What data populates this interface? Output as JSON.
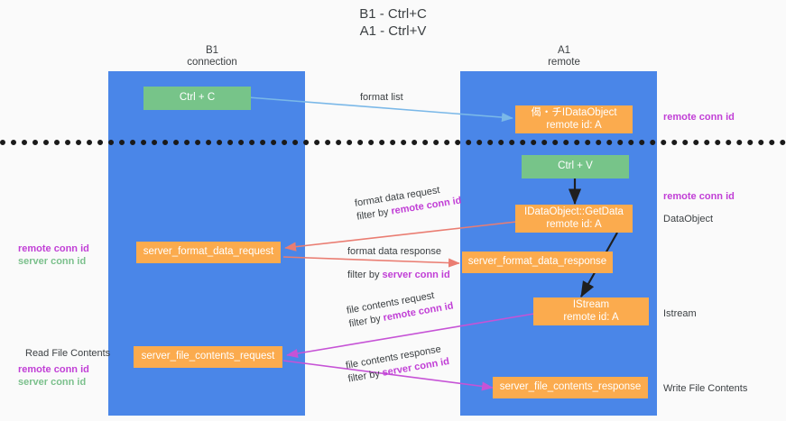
{
  "title": {
    "line1": "B1 - Ctrl+C",
    "line2": "A1 - Ctrl+V"
  },
  "columns": [
    {
      "name": "B1",
      "role": "connection"
    },
    {
      "name": "A1",
      "role": "remote"
    }
  ],
  "nodes": [
    {
      "id": "ctrl-c",
      "label": "Ctrl + C",
      "sublabel": "",
      "color": "green"
    },
    {
      "id": "idataobject",
      "label": "偈・チIDataObject",
      "sublabel": "remote id: A",
      "color": "orange"
    },
    {
      "id": "ctrl-v",
      "label": "Ctrl + V",
      "sublabel": "",
      "color": "green"
    },
    {
      "id": "idataobject-getdata",
      "label": "IDataObject::GetData",
      "sublabel": "remote id: A",
      "color": "orange"
    },
    {
      "id": "server-format-data-request",
      "label": "server_format_data_request",
      "sublabel": "",
      "color": "orange"
    },
    {
      "id": "server-format-data-response",
      "label": "server_format_data_response",
      "sublabel": "",
      "color": "orange"
    },
    {
      "id": "istream",
      "label": "IStream",
      "sublabel": "remote id: A",
      "color": "orange"
    },
    {
      "id": "server-file-contents-request",
      "label": "server_file_contents_request",
      "sublabel": "",
      "color": "orange"
    },
    {
      "id": "server-file-contents-response",
      "label": "server_file_contents_response",
      "sublabel": "",
      "color": "orange"
    }
  ],
  "edge_labels": {
    "format_list": "format list",
    "format_data_request": "format data request",
    "format_data_request_filter_prefix": "filter by ",
    "format_data_request_filter_key": "remote conn id",
    "format_data_response": "format data response",
    "format_data_response_filter_prefix": "filter by ",
    "format_data_response_filter_key": "server conn id",
    "file_contents_request": "file contents request",
    "file_contents_request_filter_prefix": "filter by ",
    "file_contents_request_filter_key": "remote conn id",
    "file_contents_response": "file contents response",
    "file_contents_response_filter_prefix": "filter by ",
    "file_contents_response_filter_key": "server conn id"
  },
  "annotations": {
    "right_top_remote_conn_id": "remote conn id",
    "right_mid_remote_conn_id": "remote conn id",
    "right_dataobject": "DataObject",
    "right_istream": "Istream",
    "right_write_file_contents": "Write File Contents",
    "left_remote_conn_id": "remote conn id",
    "left_server_conn_id": "server conn id",
    "left_read_file_contents": "Read File Contents",
    "left_remote_conn_id_2": "remote conn id",
    "left_server_conn_id_2": "server conn id"
  },
  "colors": {
    "lane": "#4a86e8",
    "green_node": "#77c489",
    "orange_node": "#fbab4e",
    "purple_text": "#c13fd6",
    "green_text": "#7bc08c",
    "blue_arrow": "#7ab8e8",
    "red_arrow": "#ea7d72",
    "magenta_arrow": "#c653d6",
    "dark_arrow": "#1f1f1f",
    "background": "#fafafa",
    "divider": "#1a1a1a"
  }
}
